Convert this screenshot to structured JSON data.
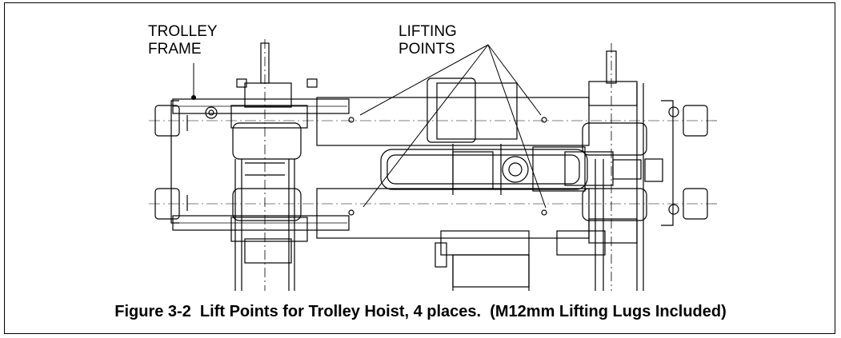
{
  "labels": {
    "trolley_frame": "TROLLEY\nFRAME",
    "lifting_points": "LIFTING\nPOINTS"
  },
  "caption": "Figure 3-2  Lift Points for Trolley Hoist, 4 places.  (M12mm Lifting Lugs Included)",
  "colors": {
    "line": "#000000",
    "background": "#ffffff"
  }
}
